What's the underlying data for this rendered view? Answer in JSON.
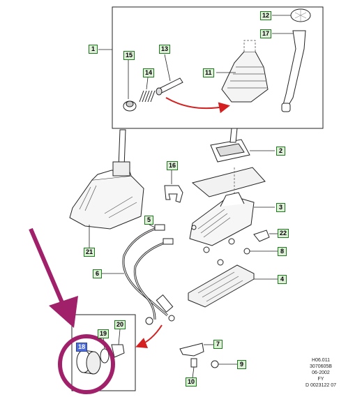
{
  "callouts": {
    "c1": "1",
    "c2": "2",
    "c3": "3",
    "c4": "4",
    "c5": "5",
    "c6": "6",
    "c7": "7",
    "c8": "8",
    "c9": "9",
    "c10": "10",
    "c11": "11",
    "c12": "12",
    "c13": "13",
    "c14": "14",
    "c15": "15",
    "c16": "16",
    "c17": "17",
    "c18": "18",
    "c19": "19",
    "c20": "20",
    "c21": "21",
    "c22": "22"
  },
  "reference": {
    "line1": "H06.011",
    "line2": "3070605B",
    "line3": "06-2002",
    "line4": "FY",
    "line5": "D 0023122 07"
  },
  "colors": {
    "callout_border": "#1a7a1a",
    "callout_fill": "#dff0d8",
    "highlight_fill": "#4f6fd6",
    "annotation_magenta": "#a0206a",
    "red_arrow": "#d42020",
    "line": "#222222"
  }
}
